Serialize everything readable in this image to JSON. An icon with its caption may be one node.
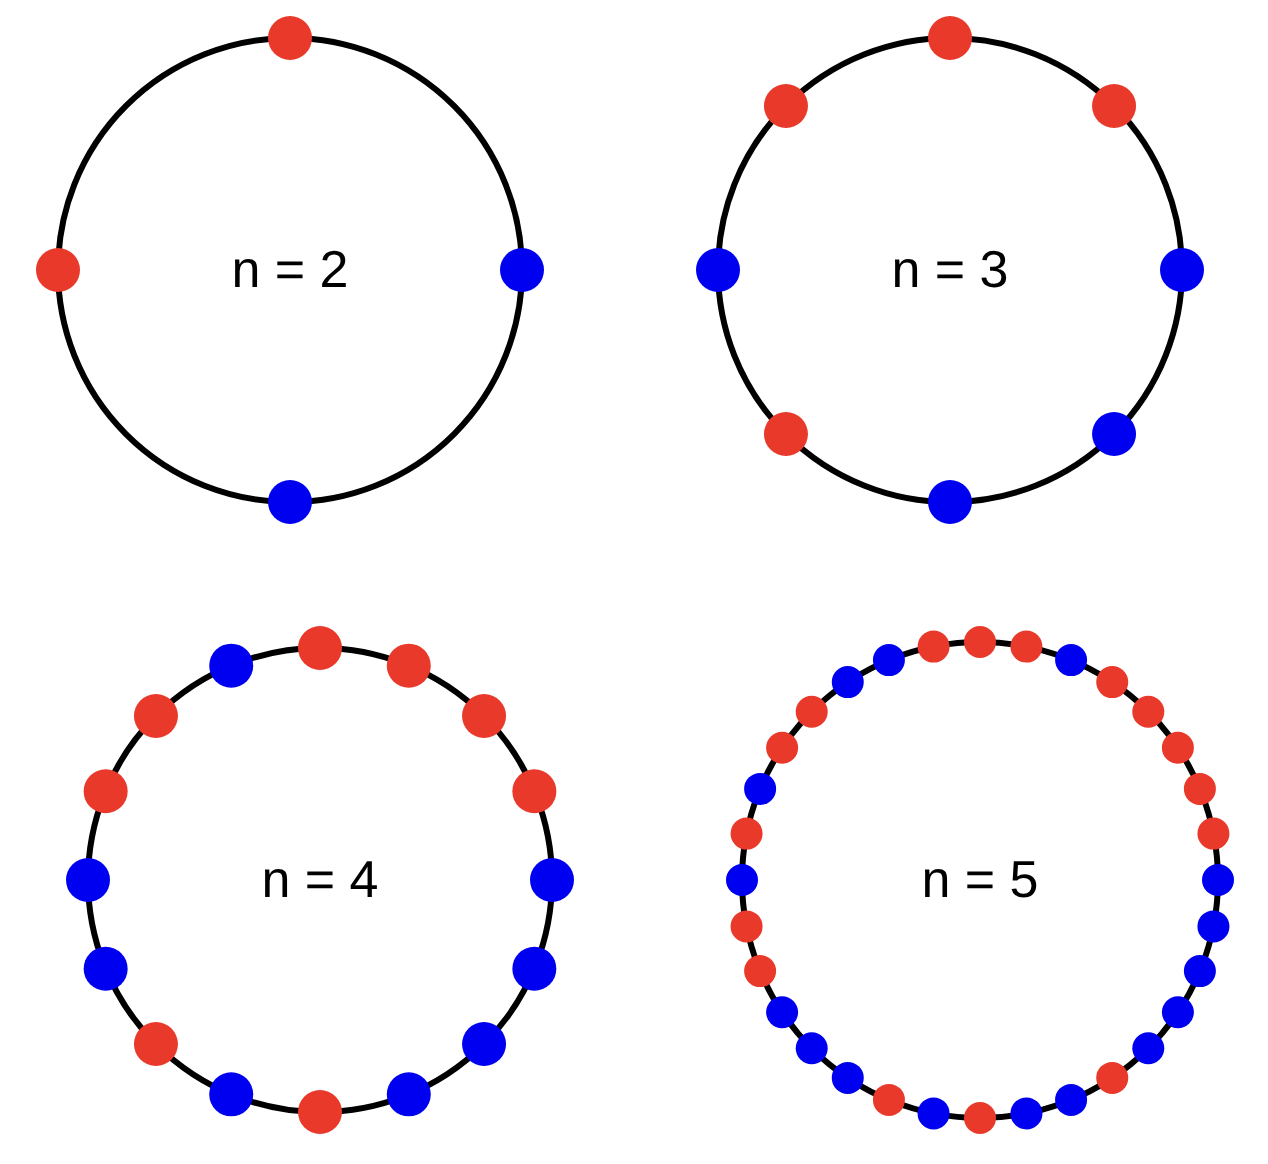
{
  "diagram": {
    "nodes": [
      {
        "text": [
          "n = 2"
        ]
      },
      {
        "text": [
          "n = 3"
        ]
      },
      {
        "text": [
          "n = 4"
        ]
      },
      {
        "text": [
          "n = 5"
        ]
      }
    ]
  }
}
